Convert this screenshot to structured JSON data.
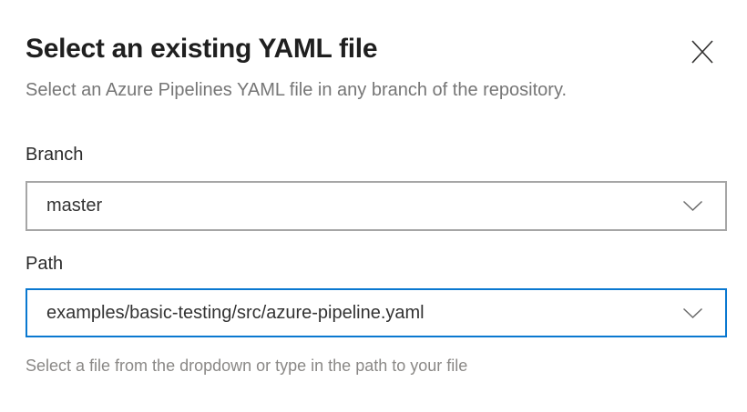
{
  "dialog": {
    "title": "Select an existing YAML file",
    "subtitle": "Select an Azure Pipelines YAML file in any branch of the repository.",
    "helper_text": "Select a file from the dropdown or type in the path to your file",
    "fields": {
      "branch": {
        "label": "Branch",
        "value": "master",
        "state": "default"
      },
      "path": {
        "label": "Path",
        "value": "examples/basic-testing/src/azure-pipeline.yaml",
        "state": "focused"
      }
    },
    "icons": {
      "close": "close-x-icon",
      "dropdown": "chevron-down-icon"
    },
    "colors": {
      "accent_focus_border": "#0a78d0",
      "default_border": "#a6a6a6",
      "title_text": "#1f1f1f",
      "body_text": "#333333",
      "muted_text": "#767676",
      "helper_text": "#8a8886"
    }
  }
}
